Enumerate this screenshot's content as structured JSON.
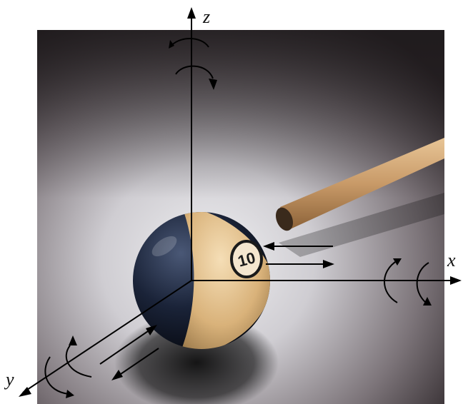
{
  "axes": {
    "x_label": "x",
    "y_label": "y",
    "z_label": "z"
  },
  "ball": {
    "number": "10",
    "stripe_color": "#d9b27a",
    "body_color": "#1a2338"
  },
  "colors": {
    "photo_light": "#dcdcdf",
    "photo_dark": "#2a2326",
    "arrow": "#000000",
    "cue_wood": "#c89a68"
  },
  "icons": [
    "z-rotation-arrow-icon",
    "x-rotation-arrow-icon",
    "y-rotation-arrow-icon",
    "x-translation-arrows-icon",
    "y-translation-arrows-icon"
  ]
}
